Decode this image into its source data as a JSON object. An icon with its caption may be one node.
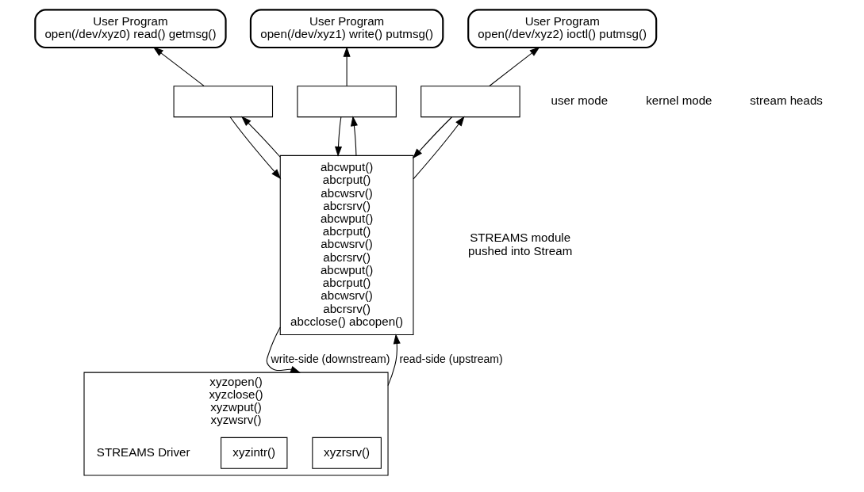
{
  "diagram": {
    "nodes": [
      {
        "text": [
          "User Program",
          "open(/dev/xyz0) read() getmsg()"
        ]
      },
      {
        "text": [
          "User Program",
          "open(/dev/xyz1) write() putmsg()"
        ]
      },
      {
        "text": [
          "User Program",
          "open(/dev/xyz2) ioctl() putmsg()"
        ]
      },
      {
        "text": [],
        "shape": "box"
      },
      {
        "text": [],
        "shape": "box"
      },
      {
        "text": [],
        "shape": "box"
      },
      {
        "text": [
          "abcwput()",
          "abcrput()",
          "abcwsrv()",
          "abcrsrv()",
          "abcwput()",
          "abcrput()",
          "abcwsrv()",
          "abcrsrv()",
          "abcwput()",
          "abcrput()",
          "abcwsrv()",
          "abcrsrv()",
          "abcclose() abcopen()"
        ],
        "beside": [
          "STREAMS module",
          "pushed into Stream"
        ]
      },
      {
        "text": [
          "xyzopen()",
          "xyzclose()",
          "xyzwput()",
          "xyzwsrv()"
        ],
        "beside": [
          "STREAMS Driver"
        ]
      },
      {
        "text": [
          "xyzrsrv()"
        ],
        "in": 7
      },
      {
        "text": [
          "xyzintr()"
        ],
        "in": 7
      }
    ],
    "edges": [
      {
        "from": 3,
        "to": 0,
        "arrow": "to"
      },
      {
        "from": 4,
        "to": 1,
        "arrow": "to"
      },
      {
        "from": 5,
        "to": 2,
        "arrow": "to"
      },
      {
        "from": 3,
        "to": 6,
        "arrow": "to"
      },
      {
        "from": 6,
        "to": 3,
        "arrow": "to"
      },
      {
        "from": 4,
        "to": 6,
        "arrow": "to"
      },
      {
        "from": 6,
        "to": 4,
        "arrow": "to"
      },
      {
        "from": 5,
        "to": 6,
        "arrow": "to"
      },
      {
        "from": 6,
        "to": 5,
        "arrow": "to"
      },
      {
        "from": 6,
        "to": 7,
        "arrow": "to",
        "label": "write-side (downstream)"
      },
      {
        "from": 7,
        "to": 6,
        "arrow": "to",
        "label": "read-side (upstream)"
      }
    ],
    "labels": [
      "user mode",
      "kernel mode",
      "stream heads"
    ]
  }
}
